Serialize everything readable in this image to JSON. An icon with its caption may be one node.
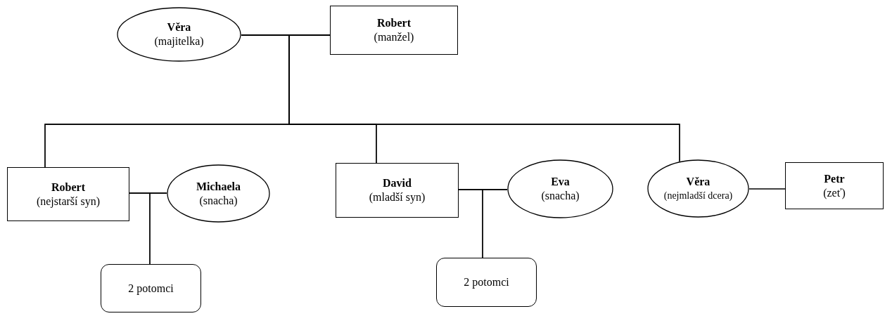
{
  "diagram": {
    "nodes": [
      {
        "text": [
          "Věra",
          "(majitelka)"
        ]
      },
      {
        "text": [
          "Robert",
          "(manžel)"
        ]
      },
      {
        "text": [
          "Robert",
          "(nejstarší syn)"
        ]
      },
      {
        "text": [
          "Michaela",
          "(snacha)"
        ]
      },
      {
        "text": [
          "2 potomci"
        ]
      },
      {
        "text": [
          "David",
          "(mladší syn)"
        ]
      },
      {
        "text": [
          "Eva",
          "(snacha)"
        ]
      },
      {
        "text": [
          "2 potomci"
        ]
      },
      {
        "text": [
          "Věra",
          "(nejmladší dcera)"
        ]
      },
      {
        "text": [
          "Petr",
          "(zeť)"
        ]
      }
    ],
    "edges": [
      {
        "from": 0,
        "to": 1,
        "arrow": "none"
      },
      {
        "from": 0,
        "to": 2,
        "arrow": "none"
      },
      {
        "from": 1,
        "to": 2,
        "arrow": "none"
      },
      {
        "from": 0,
        "to": 5,
        "arrow": "none"
      },
      {
        "from": 1,
        "to": 5,
        "arrow": "none"
      },
      {
        "from": 0,
        "to": 8,
        "arrow": "none"
      },
      {
        "from": 1,
        "to": 8,
        "arrow": "none"
      },
      {
        "from": 2,
        "to": 3,
        "arrow": "none"
      },
      {
        "from": 2,
        "to": 4,
        "arrow": "none"
      },
      {
        "from": 3,
        "to": 4,
        "arrow": "none"
      },
      {
        "from": 5,
        "to": 6,
        "arrow": "none"
      },
      {
        "from": 5,
        "to": 7,
        "arrow": "none"
      },
      {
        "from": 6,
        "to": 7,
        "arrow": "none"
      },
      {
        "from": 8,
        "to": 9,
        "arrow": "none"
      }
    ]
  }
}
